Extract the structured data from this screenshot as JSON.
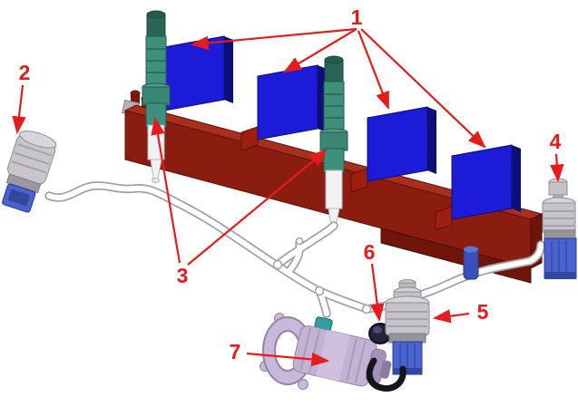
{
  "figure": {
    "kind": "exploded parts diagram with numbered callouts"
  },
  "callouts": [
    {
      "label": "1"
    },
    {
      "label": "2"
    },
    {
      "label": "3"
    },
    {
      "label": "4"
    },
    {
      "label": "5"
    },
    {
      "label": "6"
    },
    {
      "label": "7"
    }
  ],
  "colors": {
    "callout_red": "#e41c1c",
    "rail_red": "#8a1c10",
    "rail_top": "#a62f1e",
    "rail_dark": "#6f150b",
    "coil_blue": "#1c1cd8",
    "coil_side": "#0e0e78",
    "tube_teal": "#3f8f7d",
    "tube_dark": "#2a6456",
    "hose_white": "#ffffff",
    "hose_outline": "#a3a3a3",
    "component_gray": "#c6c4ca",
    "component_blue": "#4a63cf",
    "pump_lavender": "#c3b2d3",
    "dark_hose": "#15151d",
    "clip_teal": "#2f9e9e"
  }
}
